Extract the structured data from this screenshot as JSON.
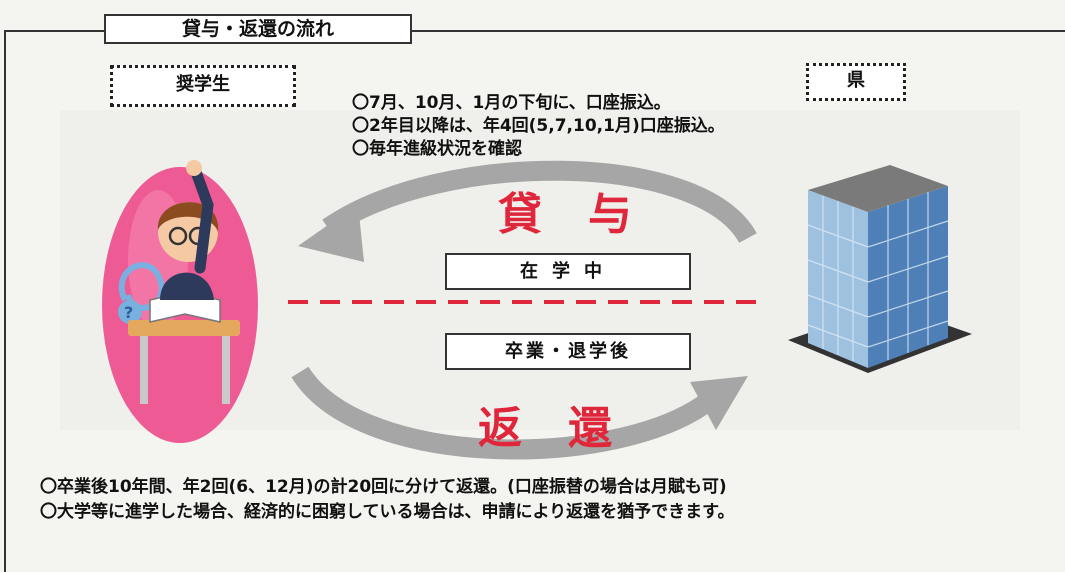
{
  "title": "貸与・返還の流れ",
  "student_label": "奨学生",
  "prefecture_label": "県",
  "top_notes": [
    "〇7月、10月、1月の下旬に、口座振込。",
    "〇2年目以降は、年4回(5,7,10,1月)口座振込。",
    "〇毎年進級状況を確認"
  ],
  "lend_label": "貸与",
  "repay_label": "返還",
  "during_label": "在学中",
  "after_label": "卒業・退学後",
  "bottom_notes": [
    "〇卒業後10年間、年2回(6、12月)の計20回に分けて返還。(口座振替の場合は月賦も可)",
    "〇大学等に進学した場合、経済的に困窮している場合は、申請により返還を猶予できます。"
  ],
  "colors": {
    "accent_red": "#e0263a",
    "egg_pink": "#ee5a93",
    "building_blue": "#4f7fb7",
    "arrow_gray": "#a6a6a6"
  },
  "icons": [
    "student-illustration",
    "office-building-illustration",
    "curved-arrow"
  ]
}
